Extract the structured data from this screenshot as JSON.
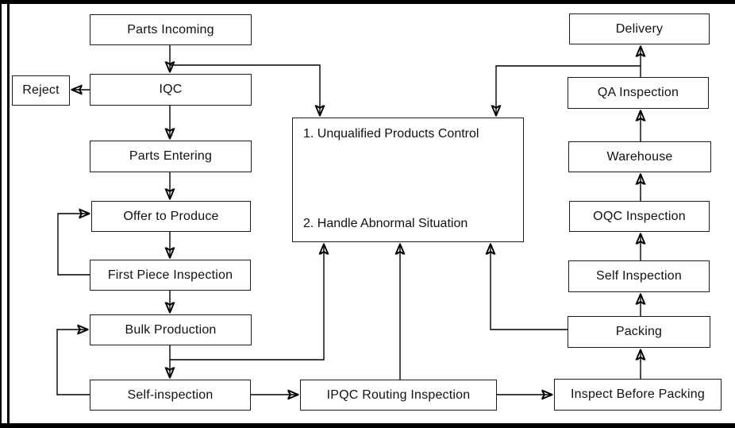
{
  "diagram": {
    "type": "flowchart",
    "background_color": "#ffffff",
    "line_color": "#000000",
    "box_fill": "#ffffff",
    "box_border_color": "#1c1c1c"
  },
  "nodes": {
    "parts_incoming": {
      "label": "Parts Incoming"
    },
    "reject": {
      "label": "Reject"
    },
    "iqc": {
      "label": "IQC"
    },
    "parts_entering": {
      "label": "Parts Entering"
    },
    "offer_to_produce": {
      "label": "Offer to Produce"
    },
    "first_piece_inspection": {
      "label": "First Piece Inspection"
    },
    "bulk_production": {
      "label": "Bulk Production"
    },
    "self_inspection": {
      "label": "Self-inspection"
    },
    "ipqc_routing_inspection": {
      "label": "IPQC Routing Inspection"
    },
    "inspect_before_packing": {
      "label": "Inspect Before Packing"
    },
    "packing": {
      "label": "Packing"
    },
    "self_inspection_2": {
      "label": "Self Inspection"
    },
    "oqc_inspection": {
      "label": "OQC Inspection"
    },
    "warehouse": {
      "label": "Warehouse"
    },
    "qa_inspection": {
      "label": "QA Inspection"
    },
    "delivery": {
      "label": "Delivery"
    },
    "control_box": {
      "line1": "1. Unqualified Products Control",
      "line2": "2. Handle Abnormal Situation"
    }
  },
  "edges": [
    {
      "from": "parts_incoming",
      "to": "iqc"
    },
    {
      "from": "iqc",
      "to": "reject"
    },
    {
      "from": "iqc",
      "to": "parts_entering"
    },
    {
      "from": "parts_entering",
      "to": "offer_to_produce"
    },
    {
      "from": "offer_to_produce",
      "to": "first_piece_inspection"
    },
    {
      "from": "first_piece_inspection",
      "to": "offer_to_produce",
      "kind": "feedback"
    },
    {
      "from": "first_piece_inspection",
      "to": "bulk_production"
    },
    {
      "from": "bulk_production",
      "to": "self_inspection"
    },
    {
      "from": "self_inspection",
      "to": "bulk_production",
      "kind": "feedback"
    },
    {
      "from": "self_inspection",
      "to": "ipqc_routing_inspection"
    },
    {
      "from": "ipqc_routing_inspection",
      "to": "inspect_before_packing"
    },
    {
      "from": "inspect_before_packing",
      "to": "packing"
    },
    {
      "from": "packing",
      "to": "self_inspection_2"
    },
    {
      "from": "self_inspection_2",
      "to": "oqc_inspection"
    },
    {
      "from": "oqc_inspection",
      "to": "warehouse"
    },
    {
      "from": "warehouse",
      "to": "qa_inspection"
    },
    {
      "from": "qa_inspection",
      "to": "delivery"
    },
    {
      "from": "parts_incoming",
      "to": "control_box"
    },
    {
      "from": "qa_inspection",
      "to": "control_box"
    },
    {
      "from": "bulk_production",
      "to": "control_box"
    },
    {
      "from": "ipqc_routing_inspection",
      "to": "control_box"
    },
    {
      "from": "packing",
      "to": "control_box"
    }
  ]
}
